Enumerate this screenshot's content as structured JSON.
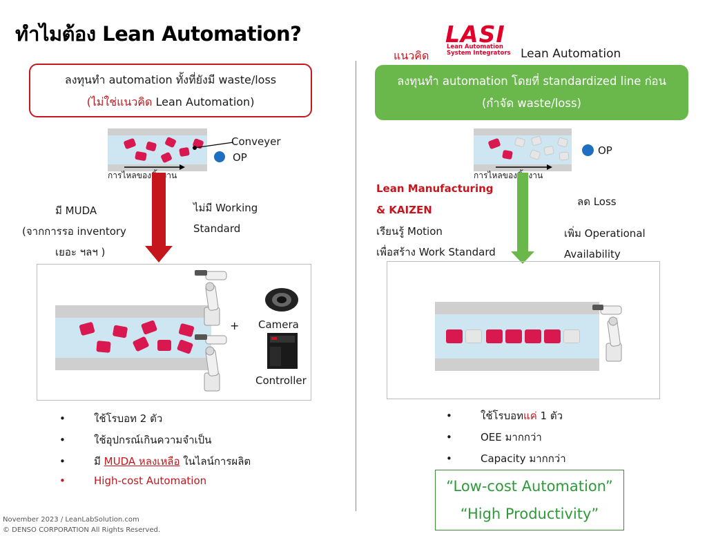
{
  "title": "ทำไมต้อง Lean Automation?",
  "logo": {
    "brand": "LASI",
    "sub_line1": "Lean Automation",
    "sub_line2": "System Integrators"
  },
  "right_header": {
    "prefix": "แนวคิด",
    "suffix": "Lean Automation"
  },
  "left_box": {
    "line1": "ลงทุนทำ automation ทั้งที่ยังมี waste/loss",
    "line2_red": "(ไม่ใช่แนวคิด",
    "line2_rest": " Lean Automation)"
  },
  "right_box": {
    "line1": "ลงทุนทำ automation โดยที่ standardized line ก่อน",
    "line2": "(กำจัด waste/loss)"
  },
  "left_diagram": {
    "conveyor_label": "Conveyer",
    "op_label": "OP",
    "flow_label": "การไหลของชิ้นงาน"
  },
  "right_diagram": {
    "op_label": "OP",
    "flow_label": "การไหลของชิ้นงาน"
  },
  "left_notes": {
    "muda": [
      "มี MUDA",
      "(จากการรอ inventory",
      "เยอะ ฯลฯ )"
    ],
    "standard": [
      "ไม่มี Working",
      "Standard"
    ]
  },
  "right_notes": {
    "lean_red": [
      "Lean Manufacturing",
      "& KAIZEN"
    ],
    "motion": [
      "เรียนรู้ Motion",
      "เพื่อสร้าง Work Standard"
    ],
    "loss": "ลด Loss",
    "availability": [
      "เพิ่ม Operational",
      "Availability"
    ]
  },
  "left_result": {
    "plus": "+",
    "camera_label": "Camera",
    "controller_label": "Controller"
  },
  "left_bullets": [
    {
      "text": "ใช้โรบอท 2 ตัว"
    },
    {
      "text": "ใช้อุปกรณ์เกินความจำเป็น"
    },
    {
      "pre": "มี ",
      "red": "MUDA หลงเหลือ",
      "post": " ในไลน์การผลิต"
    },
    {
      "text": "High-cost Automation"
    }
  ],
  "right_bullets": [
    {
      "pre": "ใช้โรบอท",
      "red": "แค่",
      "post": " 1 ตัว"
    },
    {
      "text": "OEE มากกว่า"
    },
    {
      "text": "Capacity มากกว่า"
    }
  ],
  "quotes": [
    "“Low-cost Automation”",
    "“High Productivity”"
  ],
  "footer": {
    "line1": "November 2023 / LeanLabSolution.com",
    "line2": "© DENSO CORPORATION All Rights Reserved."
  },
  "colors": {
    "red": "#c4161c",
    "green": "#6ab84c",
    "pink_part": "#d9184f",
    "belt": "#cde6f2",
    "op_dot": "#1f6fc0"
  }
}
